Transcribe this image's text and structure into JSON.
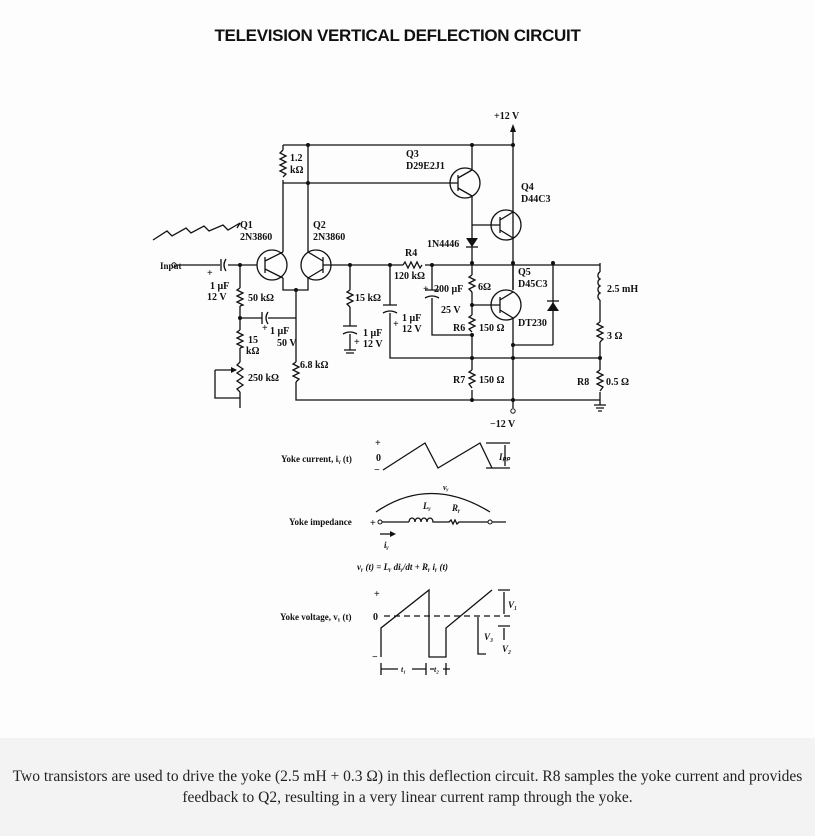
{
  "title": "TELEVISION VERTICAL DEFLECTION CIRCUIT",
  "circuit": {
    "supply_pos": "+12 V",
    "supply_neg": "−12 V",
    "input": "Input",
    "input_cap": {
      "value": "1 μF",
      "voltage": "12 V"
    },
    "q1": {
      "name": "Q1",
      "part": "2N3860"
    },
    "q2": {
      "name": "Q2",
      "part": "2N3860"
    },
    "q3": {
      "name": "Q3",
      "part": "D29E2J1"
    },
    "q4": {
      "name": "Q4",
      "part": "D44C3"
    },
    "q5": {
      "name": "Q5",
      "part": "D45C3"
    },
    "r_1k2": {
      "value": "1.2",
      "unit": "kΩ"
    },
    "r_50k": "50 kΩ",
    "r_15k_left": {
      "value": "15",
      "unit": "kΩ"
    },
    "pot_250k": "250 kΩ",
    "cap_50v": {
      "value": "1 μF",
      "voltage": "50 V"
    },
    "r_6k8": "6.8 kΩ",
    "r_15k": "15 kΩ",
    "cap_mid1": {
      "value": "1 μF",
      "voltage": "12 V"
    },
    "cap_mid2": {
      "value": "1 μF",
      "voltage": "12 V"
    },
    "r4": {
      "name": "R4",
      "value": "120 kΩ"
    },
    "cap_200": {
      "value": "200 μF",
      "voltage": "25 V"
    },
    "diode_1": "1N4446",
    "r_6": "6Ω",
    "r6": {
      "name": "R6",
      "value": "150 Ω"
    },
    "r7": {
      "name": "R7",
      "value": "150 Ω"
    },
    "diode_2": "DT230",
    "yoke_l": "2.5 mH",
    "yoke_r": "3 Ω",
    "r8": {
      "name": "R8",
      "value": "0.5 Ω"
    }
  },
  "waveforms": {
    "current_label": "Yoke current, iᵧ (t)",
    "plus": "+",
    "zero": "0",
    "minus": "−",
    "ipp": "Iₚₚ",
    "impedance_label": "Yoke impedance",
    "vy": "vᵧ",
    "ly": "Lᵧ",
    "ry": "Rᵧ",
    "iy": "iᵧ",
    "equation": "vᵧ (t) = Lᵧ diᵧ/dt + Rᵧ iᵧ (t)",
    "voltage_label": "Yoke voltage, vᵧ (t)",
    "v1": "V₁",
    "v2": "V₂",
    "v3": "V₃",
    "t1": "t₁",
    "t2": "t₂"
  },
  "caption": "Two transistors are used to drive the yoke (2.5 mH + 0.3 Ω) in this deflection circuit. R8 samples the yoke current and provides feedback to Q2, resulting in a very linear current ramp through the yoke."
}
